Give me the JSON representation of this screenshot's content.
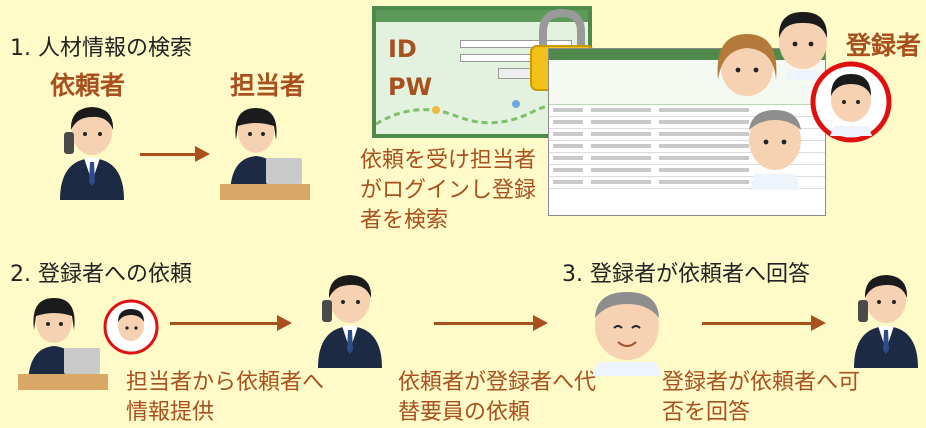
{
  "step1": {
    "heading": "1. 人材情報の検索",
    "requester_label": "依頼者",
    "staff_label": "担当者",
    "login_id": "ID",
    "login_pw": "PW",
    "caption": "依頼を受け担当者がログインし登録者を検索",
    "registrant_label": "登録者"
  },
  "step2": {
    "heading": "2. 登録者への依頼",
    "caption_staff": "担当者から依頼者へ情報提供",
    "caption_requester": "依頼者が登録者へ代替要員の依頼"
  },
  "step3": {
    "heading": "3. 登録者が依頼者へ回答",
    "caption": "登録者が依頼者へ可否を回答"
  },
  "colors": {
    "background": "#fffbc9",
    "accent": "#a8501e",
    "highlight": "#e01010"
  }
}
